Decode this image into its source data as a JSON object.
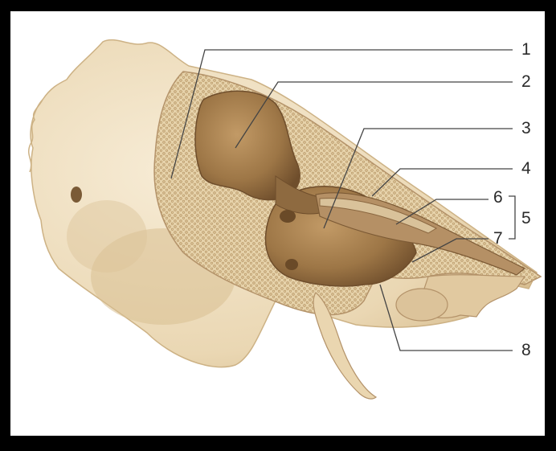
{
  "labels": {
    "l1": "1",
    "l2": "2",
    "l3": "3",
    "l4": "4",
    "l5": "5",
    "l6": "6",
    "l7": "7",
    "l8": "8"
  },
  "colors": {
    "frame": "#000000",
    "background": "#ffffff",
    "bone_light": "#f1e3c6",
    "bone_shade": "#d8bd90",
    "spongy": "#e3cfa6",
    "cavity": "#a47e50",
    "cavity_dark": "#7a5734",
    "leader": "#444444"
  }
}
